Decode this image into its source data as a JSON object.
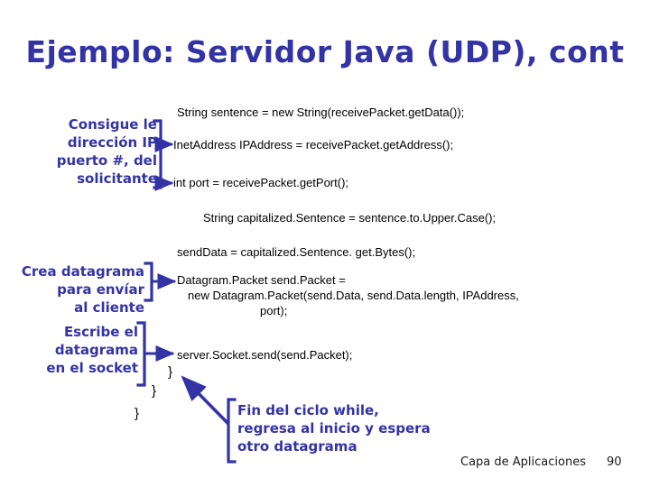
{
  "slide": {
    "title": "Ejemplo: Servidor Java (UDP), cont",
    "accent_color": "#3333a6",
    "code_color": "#000000",
    "background": "#ffffff"
  },
  "annotations": [
    {
      "name": "get-address-port-label",
      "lines": [
        "Consigue le",
        "dirección IP",
        "puerto #, del",
        "solicitante"
      ],
      "text": "Consigue le\ndirección IP\npuerto #, del\nsolicitante"
    },
    {
      "name": "create-datagram-label",
      "lines": [
        "Crea datagrama",
        "para envíar",
        "al cliente"
      ],
      "text": "Crea datagrama\npara envíar\nal cliente"
    },
    {
      "name": "write-datagram-label",
      "lines": [
        "Escribe el",
        "datagrama",
        "en el socket"
      ],
      "text": "Escribe el\ndatagrama\nen el socket"
    },
    {
      "name": "end-while-label",
      "lines": [
        "Fin del ciclo while,",
        "regresa al inicio y espera",
        "otro datagrama"
      ],
      "text": "Fin del ciclo while,\nregresa al inicio y espera\notro datagrama"
    }
  ],
  "code": {
    "line1": "String sentence = new String(receivePacket.getData());",
    "line2": "InetAddress IPAddress = receivePacket.getAddress();",
    "line3": "int port = receivePacket.getPort();",
    "line4": "String capitalized.Sentence = sentence.to.Upper.Case();",
    "line5": "sendData = capitalized.Sentence. get.Bytes();",
    "line6a": "Datagram.Packet send.Packet =",
    "line6b": "new Datagram.Packet(send.Data, send.Data.length, IPAddress,",
    "line6c": "port);",
    "line7": "server.Socket.send(send.Packet);",
    "brace1": "}",
    "brace2": "}",
    "brace3": "}"
  },
  "footer": {
    "label": "Capa de Aplicaciones",
    "page": "90"
  }
}
